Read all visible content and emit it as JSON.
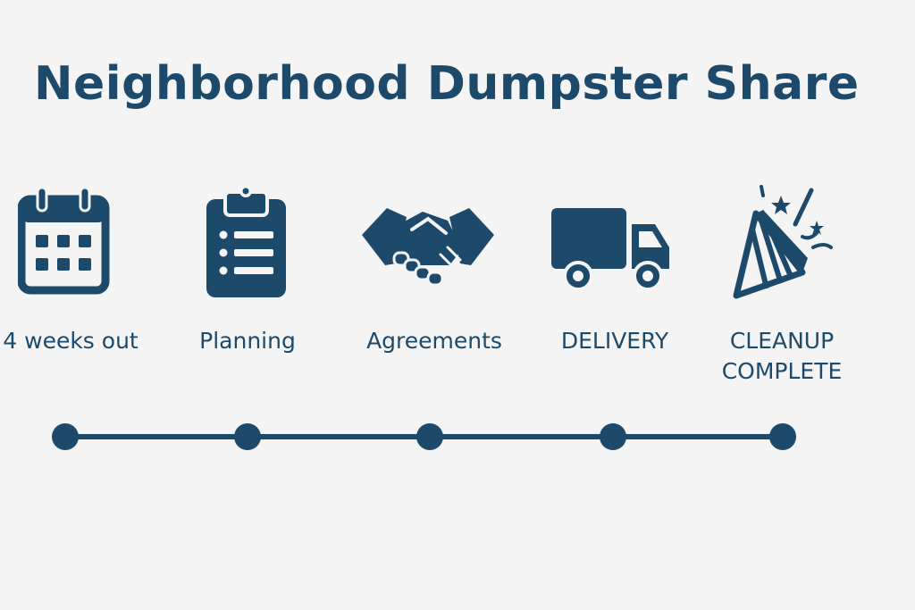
{
  "title": "Neighborhood Dumpster Share",
  "colors": {
    "primary": "#1d4a6b",
    "background": "#f4f4f4"
  },
  "steps": [
    {
      "label": "4 weeks out",
      "icon": "calendar-icon"
    },
    {
      "label": "Planning",
      "icon": "clipboard-icon"
    },
    {
      "label": "Agreements",
      "icon": "handshake-icon"
    },
    {
      "label": "DELIVERY",
      "icon": "truck-icon"
    },
    {
      "label": "CLEANUP\nCOMPLETE",
      "icon": "party-hat-icon"
    }
  ]
}
